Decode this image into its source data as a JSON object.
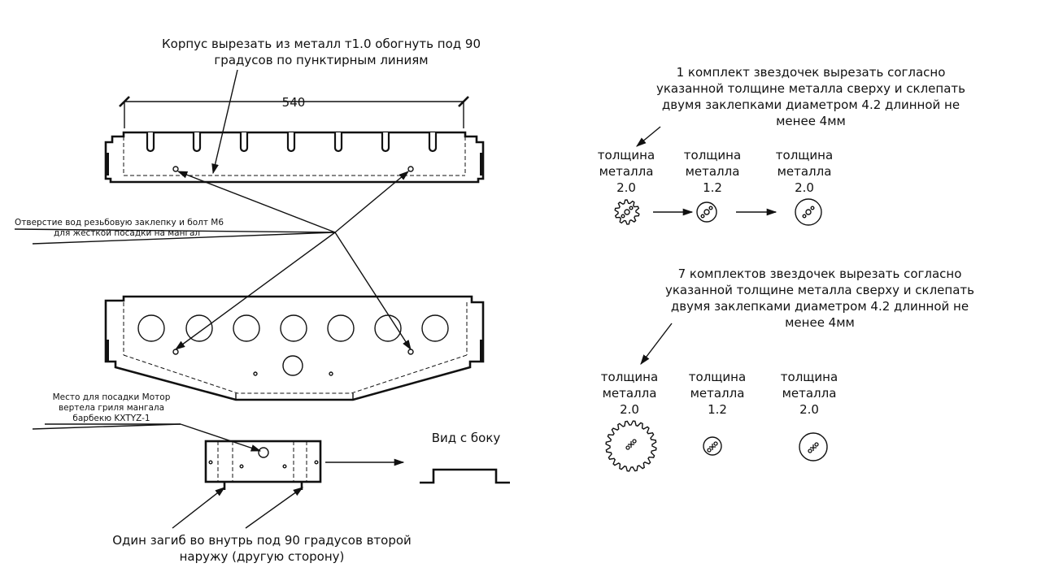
{
  "notes": {
    "body_title_1": "Корпус вырезать из металл т1.0 обогнуть под 90",
    "body_title_2": "градусов по пунктирным линиям",
    "dimension": "540",
    "hole_note_1": "Отверстие вод резьбовую заклепку и болт М6",
    "hole_note_2": "для жесткой посадки на мангал",
    "motor_note_1": "Место для посадки Мотор",
    "motor_note_2": "вертела гриля мангала",
    "motor_note_3": "барбекю KXTYZ-1",
    "side_view": "Вид с боку",
    "bend_note_1": "Один загиб во внутрь под 90 градусов второй",
    "bend_note_2": "наружу (другую сторону)"
  },
  "kit1": {
    "lines": [
      "1 комплект звездочек вырезать согласно",
      "указанной толщине металла сверху и склепать",
      "двумя заклепками диаметром 4.2 длинной не",
      "менее 4мм"
    ],
    "parts": [
      {
        "label_1": "толщина",
        "label_2": "металла",
        "thickness": "2.0"
      },
      {
        "label_1": "толщина",
        "label_2": "металла",
        "thickness": "1.2"
      },
      {
        "label_1": "толщина",
        "label_2": "металла",
        "thickness": "2.0"
      }
    ]
  },
  "kit7": {
    "lines": [
      "7 комплектов звездочек вырезать согласно",
      "указанной толщине металла сверху и склепать",
      "двумя заклепками диаметром 4.2 длинной не",
      "менее 4мм"
    ],
    "parts": [
      {
        "label_1": "толщина",
        "label_2": "металла",
        "thickness": "2.0"
      },
      {
        "label_1": "толщина",
        "label_2": "металла",
        "thickness": "1.2"
      },
      {
        "label_1": "толщина",
        "label_2": "металла",
        "thickness": "2.0"
      }
    ]
  }
}
